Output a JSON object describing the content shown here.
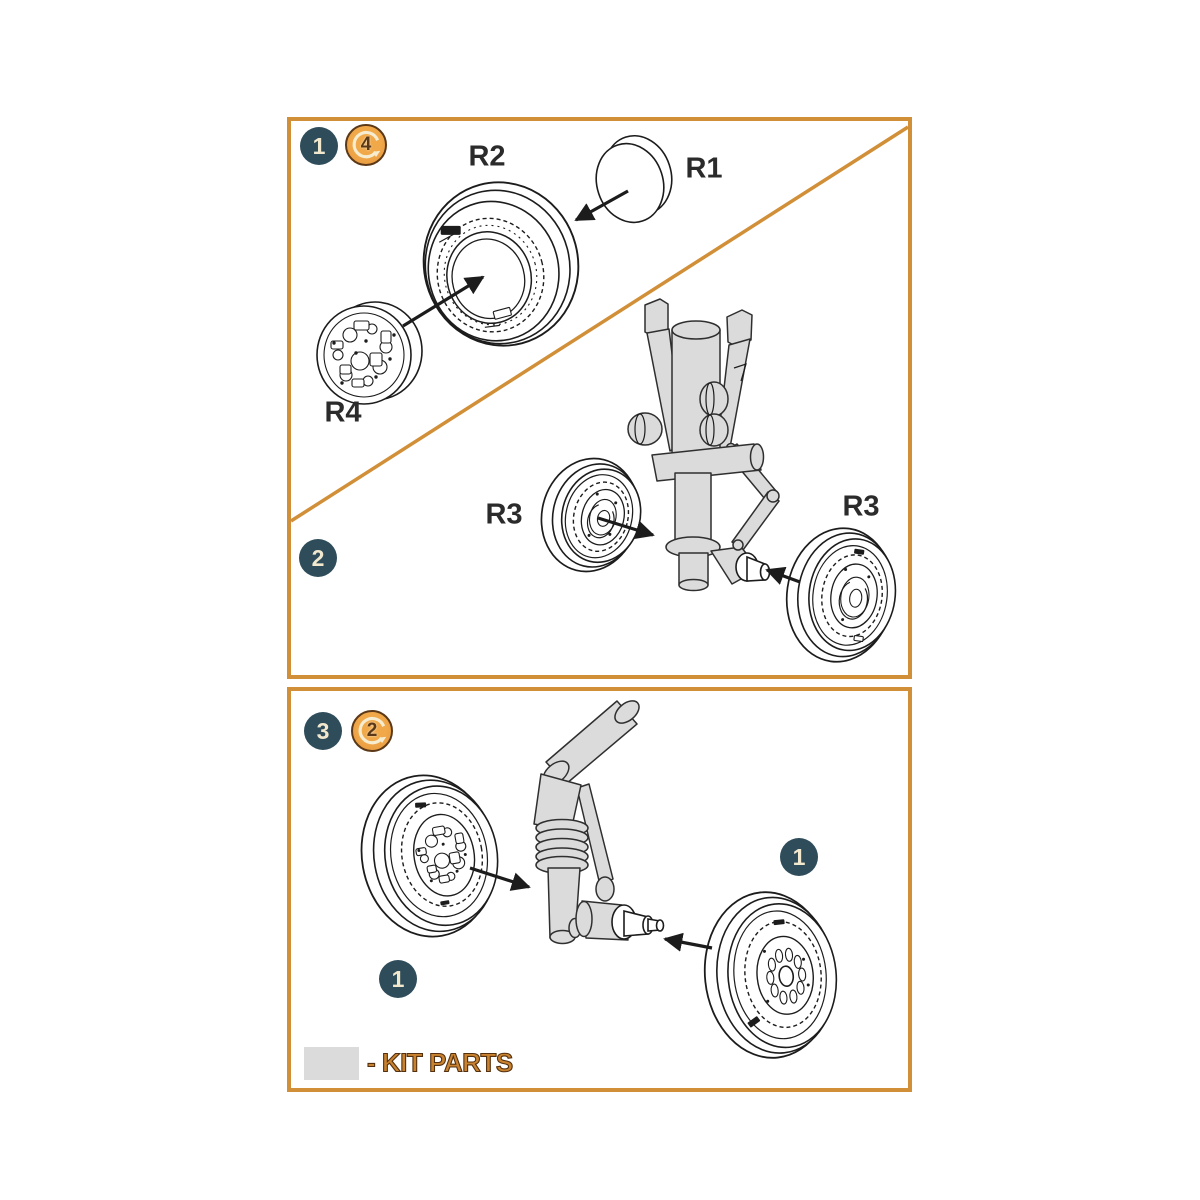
{
  "colors": {
    "accent": "#D18F38",
    "accent_dark": "#5B3817",
    "accent_fill": "#E5953C",
    "badge_bg": "#2E4C5A",
    "badge_fg": "#F1E8CE",
    "ink": "#1C1C1C",
    "label": "#2B2B2B",
    "kit_fill": "#DBDBDB",
    "legend_text": "#C9822F",
    "page_bg": "#FFFFFF"
  },
  "panel1": {
    "step1": {
      "badge": "1",
      "repeat_badge": "4",
      "label_r2": "R2",
      "label_r1": "R1",
      "label_r4": "R4"
    },
    "step2": {
      "badge": "2",
      "label_r3_left": "R3",
      "label_r3_right": "R3"
    }
  },
  "panel2": {
    "step3": {
      "badge": "3",
      "repeat_badge": "2",
      "wheel_left_badge": "1",
      "wheel_right_badge": "1"
    },
    "legend": {
      "text": "- KIT PARTS"
    }
  }
}
